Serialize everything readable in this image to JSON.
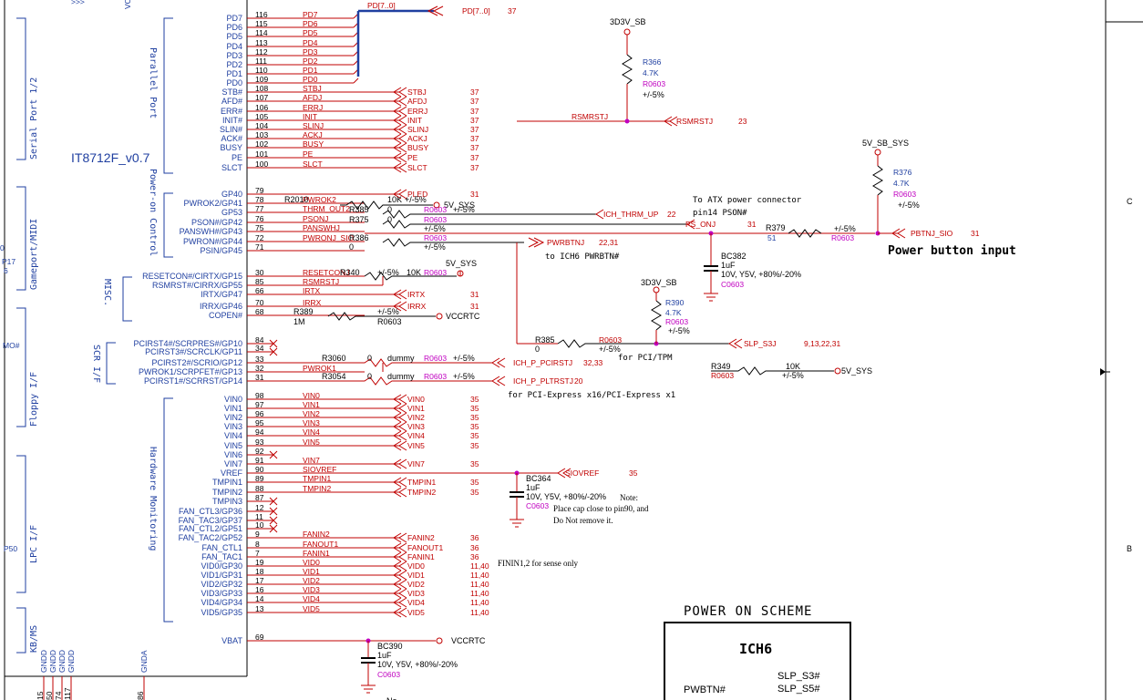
{
  "chip": {
    "name": "IT8712F_v0.7",
    "top_fragment_arrows": ">>>",
    "top_fragment_vc": "VC",
    "left_groups": [
      "Serial Port 1/2",
      "Gameport/MIDI",
      "Floppy I/F",
      "LPC I/F",
      "KB/MS"
    ],
    "left_frag_letters": [
      "0",
      "P17",
      "6"
    ],
    "left_frag_mo": "MO#",
    "left_frag_p50": "P50",
    "gnd_labels": [
      "GNDD",
      "GNDD",
      "GNDD",
      "GNDD"
    ],
    "gnd_pins": [
      "15",
      "50",
      "74",
      "117"
    ],
    "gnda_label": "GNDA",
    "gnda_pin": "86",
    "right_groups": [
      "Parallel Port",
      "Power-on Control",
      "MISC.",
      "SCR I/F",
      "Hardware Monitoring"
    ]
  },
  "pins": [
    {
      "name": "PD7",
      "num": "116",
      "net": "PD7"
    },
    {
      "name": "PD6",
      "num": "115",
      "net": "PD6"
    },
    {
      "name": "PD5",
      "num": "114",
      "net": "PD5"
    },
    {
      "name": "PD4",
      "num": "113",
      "net": "PD4"
    },
    {
      "name": "PD3",
      "num": "112",
      "net": "PD3"
    },
    {
      "name": "PD2",
      "num": "111",
      "net": "PD2"
    },
    {
      "name": "PD1",
      "num": "110",
      "net": "PD1"
    },
    {
      "name": "PD0",
      "num": "109",
      "net": "PD0"
    },
    {
      "name": "STB#",
      "num": "108",
      "net": "STBJ",
      "port": "STBJ",
      "page": "37"
    },
    {
      "name": "AFD#",
      "num": "107",
      "net": "AFDJ",
      "port": "AFDJ",
      "page": "37"
    },
    {
      "name": "ERR#",
      "num": "106",
      "net": "ERRJ",
      "port": "ERRJ",
      "page": "37"
    },
    {
      "name": "INIT#",
      "num": "105",
      "net": "INIT",
      "port": "INIT",
      "page": "37"
    },
    {
      "name": "SLIN#",
      "num": "104",
      "net": "SLINJ",
      "port": "SLINJ",
      "page": "37"
    },
    {
      "name": "ACK#",
      "num": "103",
      "net": "ACKJ",
      "port": "ACKJ",
      "page": "37"
    },
    {
      "name": "BUSY",
      "num": "102",
      "net": "BUSY",
      "port": "BUSY",
      "page": "37"
    },
    {
      "name": "PE",
      "num": "101",
      "net": "PE",
      "port": "PE",
      "page": "37"
    },
    {
      "name": "SLCT",
      "num": "100",
      "net": "SLCT",
      "port": "SLCT",
      "page": "37"
    },
    {
      "name": "GP40",
      "num": "79",
      "net": "",
      "port": "PLED",
      "page": "31"
    },
    {
      "name": "PWROK2/GP41",
      "num": "78",
      "net": "PWROK2"
    },
    {
      "name": "GP53",
      "num": "77",
      "net": "THRM_OUT2"
    },
    {
      "name": "PSON#/GP42",
      "num": "76",
      "net": "PSONJ"
    },
    {
      "name": "PANSWH#/GP43",
      "num": "75",
      "net": "PANSWHJ"
    },
    {
      "name": "PWRON#/GP44",
      "num": "72",
      "net": "PWRONJ_SIO"
    },
    {
      "name": "PSIN/GP45",
      "num": "71",
      "net": ""
    },
    {
      "name": "RESETCON#/CIRTX/GP15",
      "num": "30",
      "net": "RESETCONJ"
    },
    {
      "name": "RSMRST#/CIRRX/GP55",
      "num": "85",
      "net": "RSMRSTJ"
    },
    {
      "name": "IRTX/GP47",
      "num": "66",
      "net": "IRTX",
      "port": "IRTX",
      "page": "31"
    },
    {
      "name": "IRRX/GP46",
      "num": "70",
      "net": "IRRX",
      "port": "IRRX",
      "page": "31"
    },
    {
      "name": "COPEN#",
      "num": "68",
      "net": ""
    },
    {
      "name": "PCIRST4#/SCRPRES#/GP10",
      "num": "84",
      "nc": true
    },
    {
      "name": "PCIRST3#/SCRCLK/GP11",
      "num": "34",
      "nc": true
    },
    {
      "name": "PCIRST2#/SCRIO/GP12",
      "num": "33",
      "net": ""
    },
    {
      "name": "PWROK1/SCRPFET#/GP13",
      "num": "32",
      "net": "PWROK1"
    },
    {
      "name": "PCIRST1#/SCRRST/GP14",
      "num": "31",
      "net": ""
    },
    {
      "name": "VIN0",
      "num": "98",
      "net": "VIN0",
      "port": "VIN0",
      "page": "35"
    },
    {
      "name": "VIN1",
      "num": "97",
      "net": "VIN1",
      "port": "VIN1",
      "page": "35"
    },
    {
      "name": "VIN2",
      "num": "96",
      "net": "VIN2",
      "port": "VIN2",
      "page": "35"
    },
    {
      "name": "VIN3",
      "num": "95",
      "net": "VIN3",
      "port": "VIN3",
      "page": "35"
    },
    {
      "name": "VIN4",
      "num": "94",
      "net": "VIN4",
      "port": "VIN4",
      "page": "35"
    },
    {
      "name": "VIN5",
      "num": "93",
      "net": "VIN5",
      "port": "VIN5",
      "page": "35"
    },
    {
      "name": "VIN6",
      "num": "92",
      "nc": true
    },
    {
      "name": "VIN7",
      "num": "91",
      "net": "VIN7",
      "port": "VIN7",
      "page": "35"
    },
    {
      "name": "VREF",
      "num": "90",
      "net": "SIOVREF"
    },
    {
      "name": "TMPIN1",
      "num": "89",
      "net": "TMPIN1",
      "port": "TMPIN1",
      "page": "35"
    },
    {
      "name": "TMPIN2",
      "num": "88",
      "net": "TMPIN2",
      "port": "TMPIN2",
      "page": "35"
    },
    {
      "name": "TMPIN3",
      "num": "87",
      "nc": true
    },
    {
      "name": "FAN_CTL3/GP36",
      "num": "12",
      "nc": true
    },
    {
      "name": "FAN_TAC3/GP37",
      "num": "11",
      "nc": true
    },
    {
      "name": "FAN_CTL2/GP51",
      "num": "10",
      "nc": true
    },
    {
      "name": "FAN_TAC2/GP52",
      "num": "9",
      "net": "FANIN2",
      "port": "FANIN2",
      "page": "36"
    },
    {
      "name": "FAN_CTL1",
      "num": "8",
      "net": "FANOUT1",
      "port": "FANOUT1",
      "page": "36"
    },
    {
      "name": "FAN_TAC1",
      "num": "7",
      "net": "FANIN1",
      "port": "FANIN1",
      "page": "36"
    },
    {
      "name": "VID0/GP30",
      "num": "19",
      "net": "VID0",
      "port": "VID0",
      "page": "11,40"
    },
    {
      "name": "VID1/GP31",
      "num": "18",
      "net": "VID1",
      "port": "VID1",
      "page": "11,40"
    },
    {
      "name": "VID2/GP32",
      "num": "17",
      "net": "VID2",
      "port": "VID2",
      "page": "11,40"
    },
    {
      "name": "VID3/GP33",
      "num": "16",
      "net": "VID3",
      "port": "VID3",
      "page": "11,40"
    },
    {
      "name": "VID4/GP34",
      "num": "14",
      "net": "VID4",
      "port": "VID4",
      "page": "11,40"
    },
    {
      "name": "VID5/GP35",
      "num": "13",
      "net": "VID5",
      "port": "VID5",
      "page": "11,40"
    },
    {
      "name": "VBAT",
      "num": "69",
      "net": ""
    }
  ],
  "labels": {
    "pd_bus": "PD[7..0]",
    "pd_port": "PD[7..0]",
    "pd_page": "37",
    "sb3v3_top": "3D3V_SB",
    "r366": "R366",
    "r366_val": "4.7K",
    "r366_pkg": "R0603",
    "r366_tol": "+/-5%",
    "rsmrst_net": "RSMRSTJ",
    "rsmrst_port": "RSMRSTJ",
    "rsmrst_page": "23",
    "sb5v_sys": "5V_SB_SYS",
    "r376": "R376",
    "r376_val": "4.7K",
    "r376_pkg": "R0603",
    "r376_tol": "+/-5%",
    "r2010": "R2010",
    "r2010_val": "10K",
    "r2010_tol": "+/-5%",
    "v5sys_a": "5V_SYS",
    "r385a": "R385",
    "r385a_val": "0",
    "r0603_a": "R0603",
    "tol_a": "+/-5%",
    "ich_thrm": "ICH_THRM_UP",
    "ich_thrm_page": "22",
    "r375": "R375",
    "r375_val": "0",
    "r0603_b": "R0603",
    "ps_onj": "PS_ONJ",
    "ps_onj_page": "31",
    "atx_note1": "To ATX power connector",
    "atx_note2": "pin14 PSON#",
    "tol_b": "+/-5%",
    "r379": "R379",
    "r379_val": "51",
    "r379_pkg": "R0603",
    "r379_tol": "+/-5%",
    "pbtnj_port": "PBTNJ_SIO",
    "pbtnj_page": "31",
    "power_button": "Power button input",
    "r386": "R386",
    "r386_val": "0",
    "r386_pkg": "R0603",
    "r386_tol": "+/-5%",
    "pwrbtnj": "PWRBTNJ",
    "pwrbtnj_page": "22,31",
    "to_ich6": "to ICH6 PWRBTN#",
    "bc382": "BC382",
    "bc382_val": "1uF",
    "bc382_rating": "10V, Y5V, +80%/-20%",
    "bc382_pkg": "C0603",
    "v5sys_b": "5V_SYS",
    "r340": "R340",
    "r340_tol": "+/-5%",
    "r340_val": "10K",
    "r340_pkg": "R0603",
    "r389": "R389",
    "r389_val": "1M",
    "r389_tol": "+/-5%",
    "r389_pkg": "R0603",
    "vccrtc_a": "VCCRTC",
    "sb3v3_mid": "3D3V_SB",
    "r390": "R390",
    "r390_val": "4.7K",
    "r390_pkg": "R0603",
    "r390_tol": "+/-5%",
    "r385b": "R385",
    "r385b_val": "0",
    "r385b_pkg": "R0603",
    "r385b_tol": "+/-5%",
    "slp_s3j": "SLP_S3J",
    "slp_s3j_pages": "9,13,22,31",
    "for_pci_tpm": "for PCI/TPM",
    "r3060": "R3060",
    "r3060_val": "0",
    "dummy_a": "dummy",
    "r3060_pkg": "R0603",
    "r3060_tol": "+/-5%",
    "ich_pcirst": "ICH_P_PCIRSTJ",
    "ich_pcirst_pages": "32,33",
    "r3054": "R3054",
    "r3054_val": "0",
    "dummy_b": "dummy",
    "r3054_pkg": "R0603",
    "r3054_tol": "+/-5%",
    "ich_pltrst": "ICH_P_PLTRSTJ",
    "ich_pltrst_page": "20",
    "pcie_note": "for PCI-Express x16/PCI-Express x1",
    "r349": "R349",
    "r349_val": "10K",
    "r349_pkg": "R0603",
    "r349_tol": "+/-5%",
    "v5sys_c": "5V_SYS",
    "siovref_port": "SIOVREF",
    "siovref_page": "35",
    "bc364": "BC364",
    "bc364_val": "1uF",
    "bc364_rating": "10V, Y5V, +80%/-20%",
    "bc364_pkg": "C0603",
    "note_title": "Note:",
    "note_line1": "Place cap close to pin90, and",
    "note_line2": "Do Not remove it.",
    "finin_note": "FININ1,2 for sense only",
    "bc390": "BC390",
    "bc390_val": "1uF",
    "bc390_rating": "10V, Y5V, +80%/-20%",
    "bc390_pkg": "C0603",
    "vccrtc_b": "VCCRTC",
    "note_bottom": "No",
    "scheme_title": "POWER ON SCHEME",
    "ich6": "ICH6",
    "slp_s3": "SLP_S3#",
    "slp_s5": "SLP_S5#",
    "pwrbtn": "PWBTN#",
    "zone_c": "C",
    "zone_b": "B"
  }
}
